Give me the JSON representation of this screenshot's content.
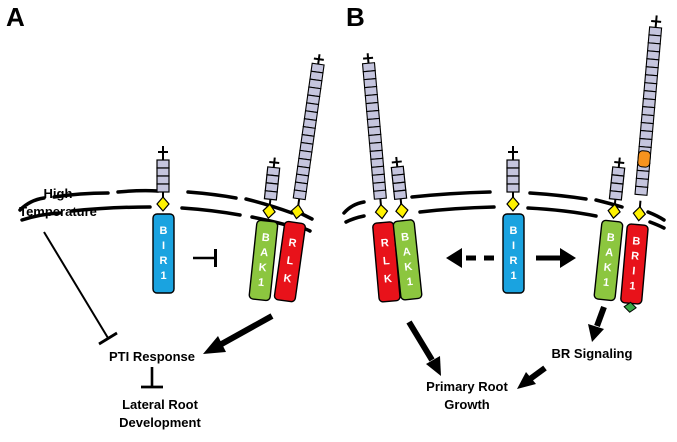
{
  "panels": {
    "a": {
      "letter": "A",
      "labels": {
        "high_temp_line1": "High",
        "high_temp_line2": "Temperature",
        "pti": "PTI Response",
        "lateral_line1": "Lateral Root",
        "lateral_line2": "Development"
      },
      "receptors": [
        "BIR1",
        "BAK1",
        "RLK"
      ]
    },
    "b": {
      "letter": "B",
      "labels": {
        "br_signaling": "BR Signaling",
        "primary_line1": "Primary Root",
        "primary_line2": "Growth"
      },
      "receptors": [
        "RLK",
        "BAK1",
        "BIR1",
        "BAK1",
        "BRI1"
      ]
    }
  },
  "colors": {
    "bir1": "#1aa3e0",
    "bak1": "#8cc63f",
    "rlk": "#e8121a",
    "bri1": "#e8121a",
    "lrr": "#c5c5de",
    "junction": "#fff200",
    "island_domain": "#f7931e",
    "bri1_tip": "#39a845"
  }
}
